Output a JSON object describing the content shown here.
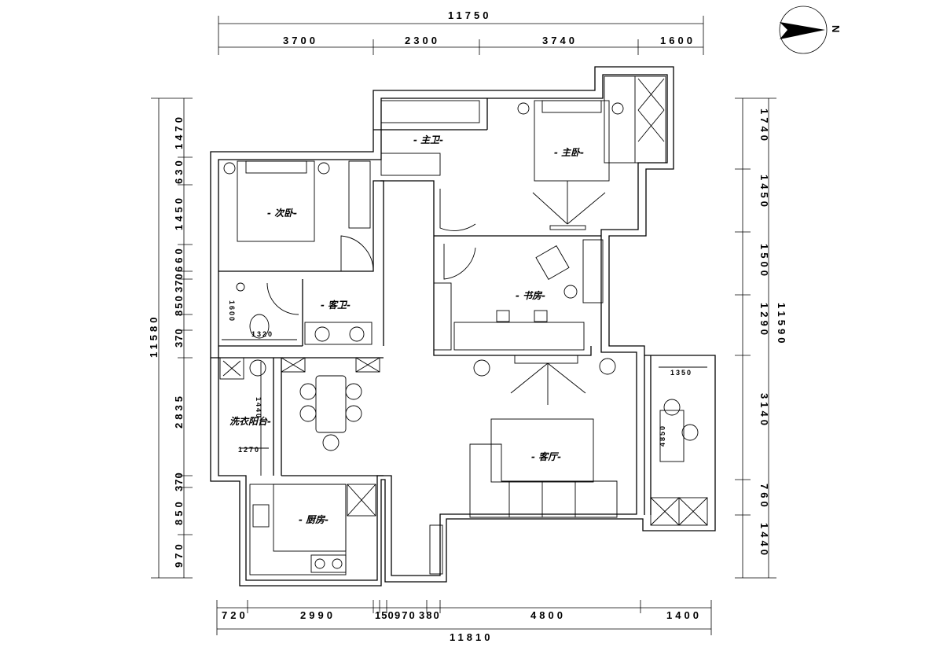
{
  "compass": {
    "label": "N"
  },
  "dimensions": {
    "top_total": "11750",
    "top": [
      "3700",
      "2300",
      "3740",
      "1600"
    ],
    "bottom_total": "11810",
    "bottom": [
      "720",
      "2990",
      "150",
      "970",
      "380",
      "4800",
      "1400"
    ],
    "left_total": "11580",
    "left": [
      "1470",
      "630",
      "1450",
      "660",
      "370",
      "850",
      "370",
      "2835",
      "370",
      "850",
      "970"
    ],
    "right_total": "11590",
    "right": [
      "1740",
      "1450",
      "1500",
      "1290",
      "3140",
      "760",
      "1440"
    ],
    "inner": {
      "guest_bath_h": "1600",
      "guest_bath_w": "1320",
      "laundry_h": "1440",
      "laundry_w": "1270",
      "balcony_w": "1350",
      "balcony_table": "4850"
    }
  },
  "rooms": {
    "master_bath": "- 主卫-",
    "master_bedroom": "- 主卧-",
    "second_bedroom": "- 次卧-",
    "guest_bath": "- 客卫-",
    "study": "- 书房-",
    "laundry_balcony": "洗衣阳台-",
    "kitchen": "- 厨房-",
    "living_room": "- 客厅-"
  }
}
